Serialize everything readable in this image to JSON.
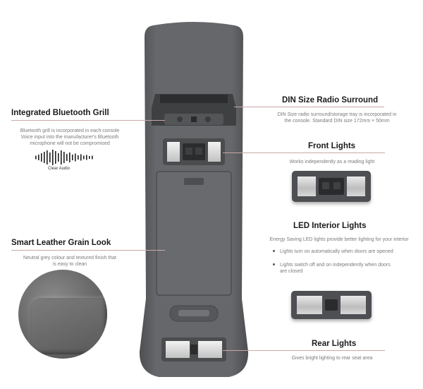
{
  "bluetooth": {
    "title": "Integrated Bluetooth Grill",
    "desc1": "Bluetooth grill is incorporated in each console",
    "desc2": "Voice input into the manufacturer's Bluetooth",
    "desc3": "microphone will not be compromised",
    "audio_label": "Clear Audio"
  },
  "din": {
    "title": "DIN Size Radio Surround",
    "desc1": "DIN Size radio surround/storage tray is incorporated in",
    "desc2": "the console. Standard DIN size 172mm × 50mm"
  },
  "front": {
    "title": "Front Lights",
    "desc": "Works independently as a reading light"
  },
  "led": {
    "title": "LED Interior Lights",
    "desc": "Energy Saving LED lights provide better lighting for your interior",
    "bullet1": "Lights turn on automatically when doors are opened",
    "bullet2a": "Lights switch off and on independently when doors",
    "bullet2b": "are closed"
  },
  "leather": {
    "title": "Smart Leather Grain Look",
    "desc1": "Neutral grey colour and textured finish that",
    "desc2": "is easy to clean"
  },
  "rear": {
    "title": "Rear Lights",
    "desc": "Gives bright lighting to rear seat area"
  },
  "colors": {
    "console": "#5f6163",
    "leader": "#c7a9a6"
  }
}
